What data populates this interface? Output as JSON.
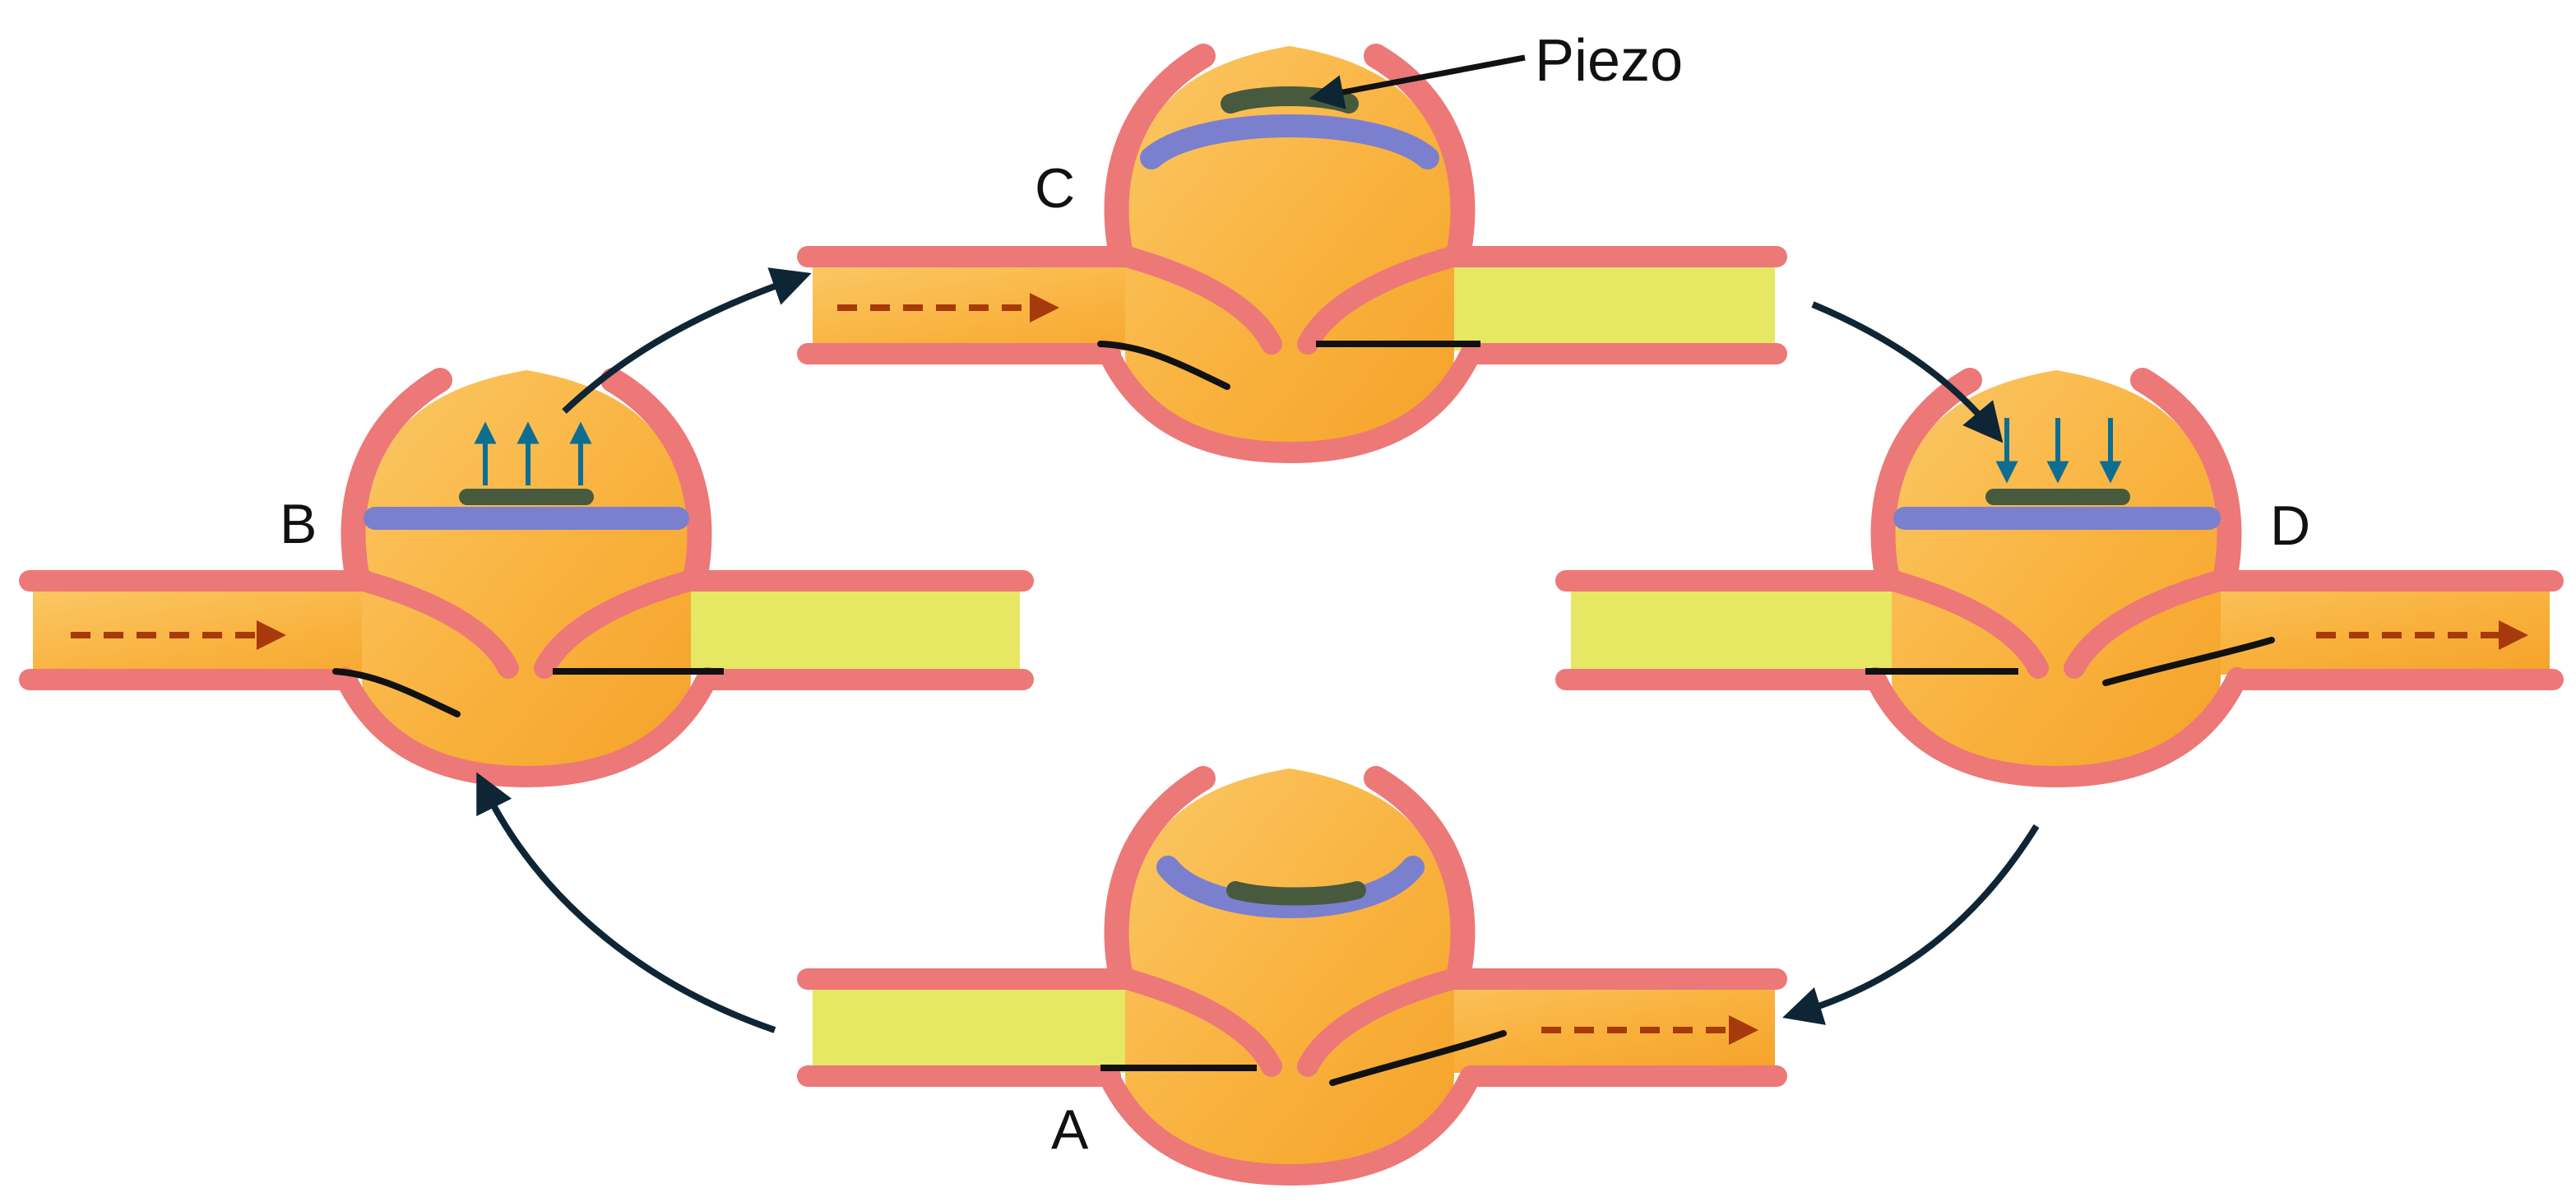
{
  "labels": {
    "stage_a": "A",
    "stage_b": "B",
    "stage_c": "C",
    "stage_d": "D",
    "piezo": "Piezo"
  },
  "colors": {
    "wall": "#EC7878",
    "fluid": "#F9B23E",
    "fluid_light": "#FBC866",
    "fluid_deep": "#F5A32A",
    "clear_channel": "#E6E763",
    "diaphragm": "#7B80CE",
    "piezo": "#485A3E",
    "valve": "#111111",
    "cycle_arrow": "#0E2535",
    "flow_arrow": "#A63A0B",
    "displacement_arrow": "#0E6E92"
  },
  "icons": {
    "cycle": "curved-arrow-icon",
    "flow": "dashed-arrow-icon",
    "displacement": "vertical-arrow-icon"
  },
  "stages": [
    {
      "id": "A",
      "diaphragm": "concave",
      "flow_side": "outlet",
      "displacement": "none"
    },
    {
      "id": "B",
      "diaphragm": "flat",
      "flow_side": "inlet",
      "displacement": "up"
    },
    {
      "id": "C",
      "diaphragm": "convex",
      "flow_side": "inlet",
      "displacement": "none"
    },
    {
      "id": "D",
      "diaphragm": "flat",
      "flow_side": "outlet",
      "displacement": "down"
    }
  ]
}
